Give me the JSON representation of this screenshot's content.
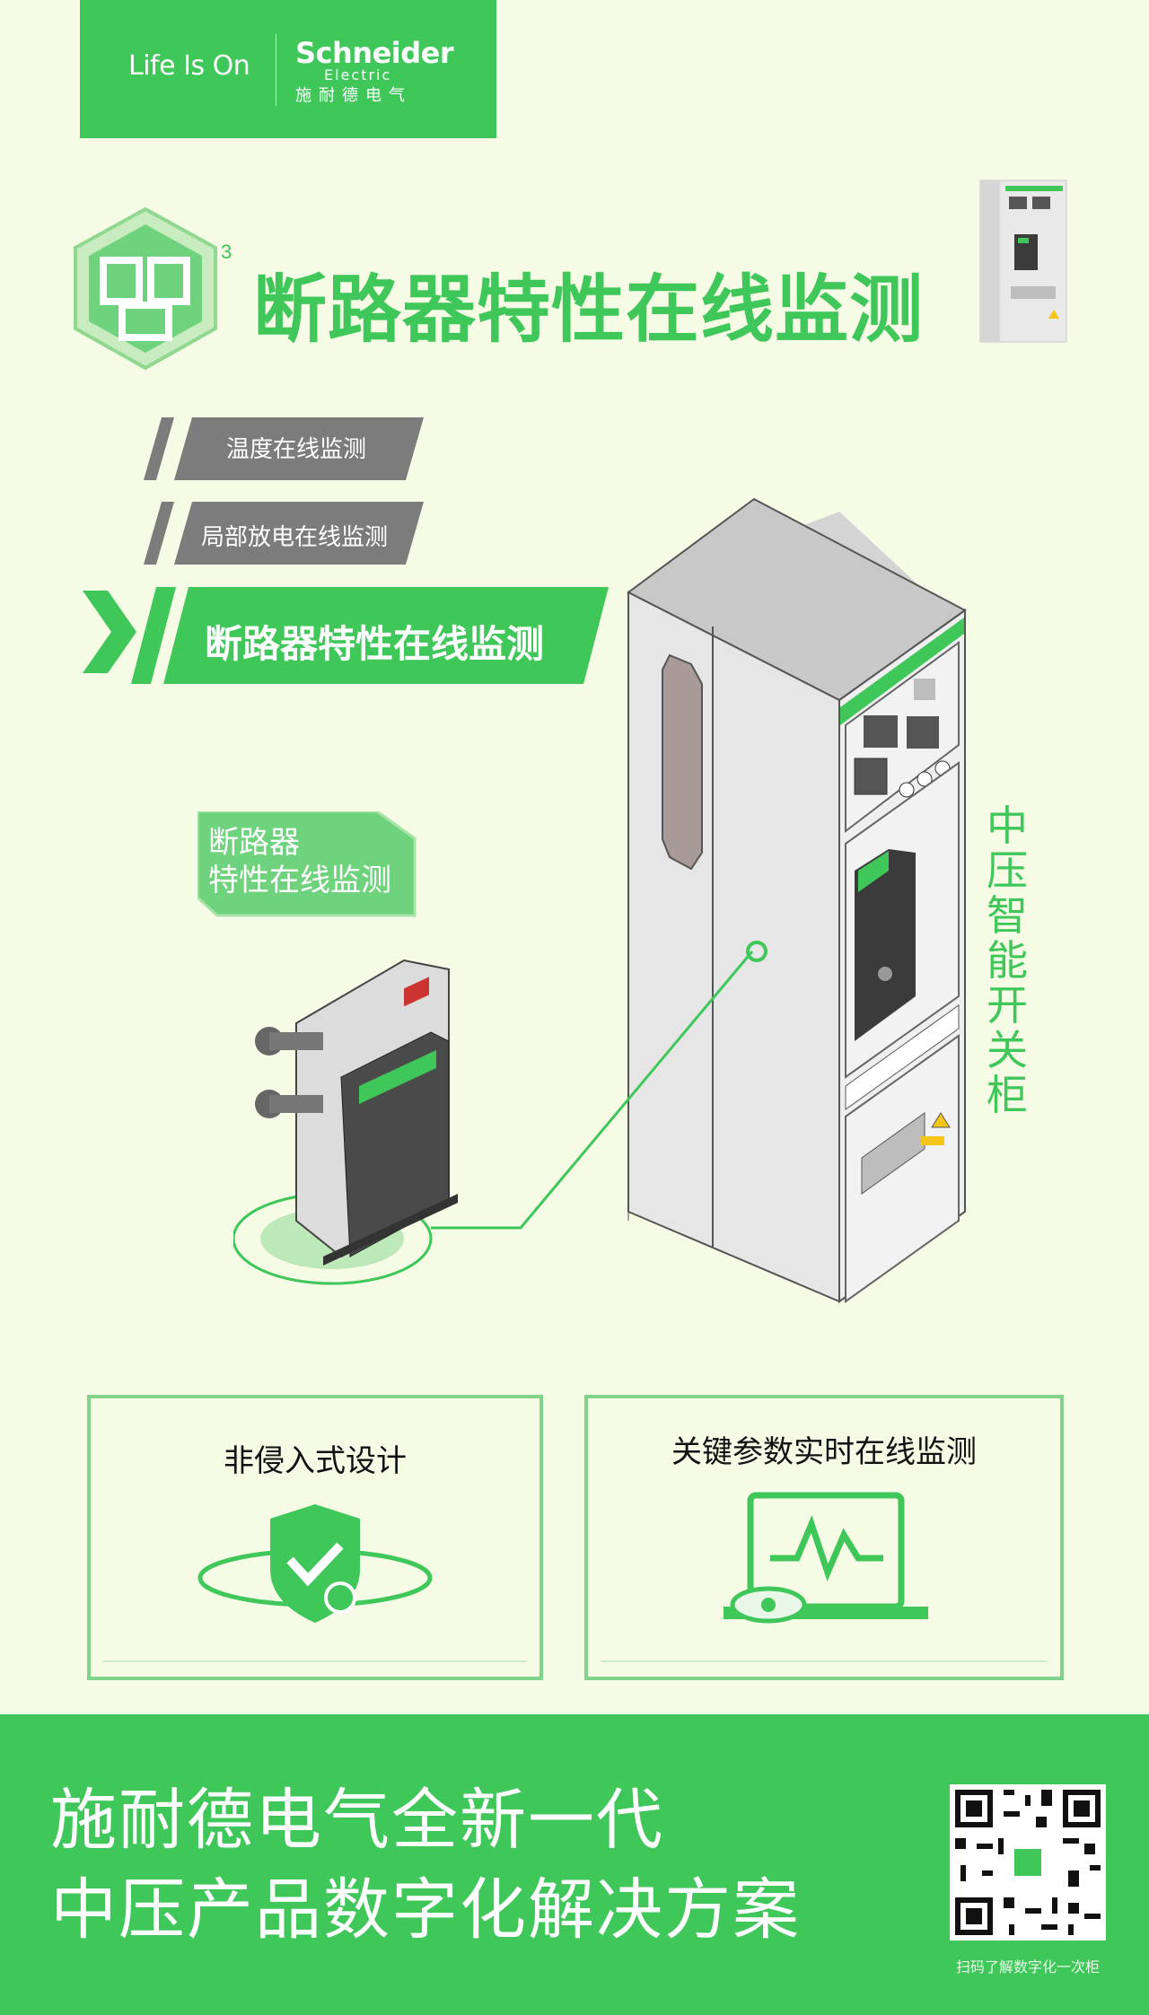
{
  "header": {
    "tagline": "Life Is On",
    "brand_name": "Schneider",
    "brand_sub": "Electric",
    "brand_cn": "施耐德电气"
  },
  "title": "断路器特性在线监测",
  "tabs": [
    {
      "label": "温度在线监测",
      "active": false
    },
    {
      "label": "局部放电在线监测",
      "active": false
    },
    {
      "label": "断路器特性在线监测",
      "active": true
    }
  ],
  "breaker_label": {
    "line1": "断路器",
    "line2": "特性在线监测"
  },
  "side_label": "中压智能开关柜",
  "features": [
    {
      "title": "非侵入式设计",
      "icon": "shield-gear-icon"
    },
    {
      "title": "关键参数实时在线监测",
      "icon": "monitor-eye-icon"
    }
  ],
  "footer": {
    "line1": "施耐德电气全新一代",
    "line2": "中压产品数字化解决方案",
    "qr_caption": "扫码了解数字化一次柜"
  },
  "colors": {
    "accent": "#3fc75a",
    "background": "#f6fbe6",
    "tab_gray": "#808080"
  }
}
